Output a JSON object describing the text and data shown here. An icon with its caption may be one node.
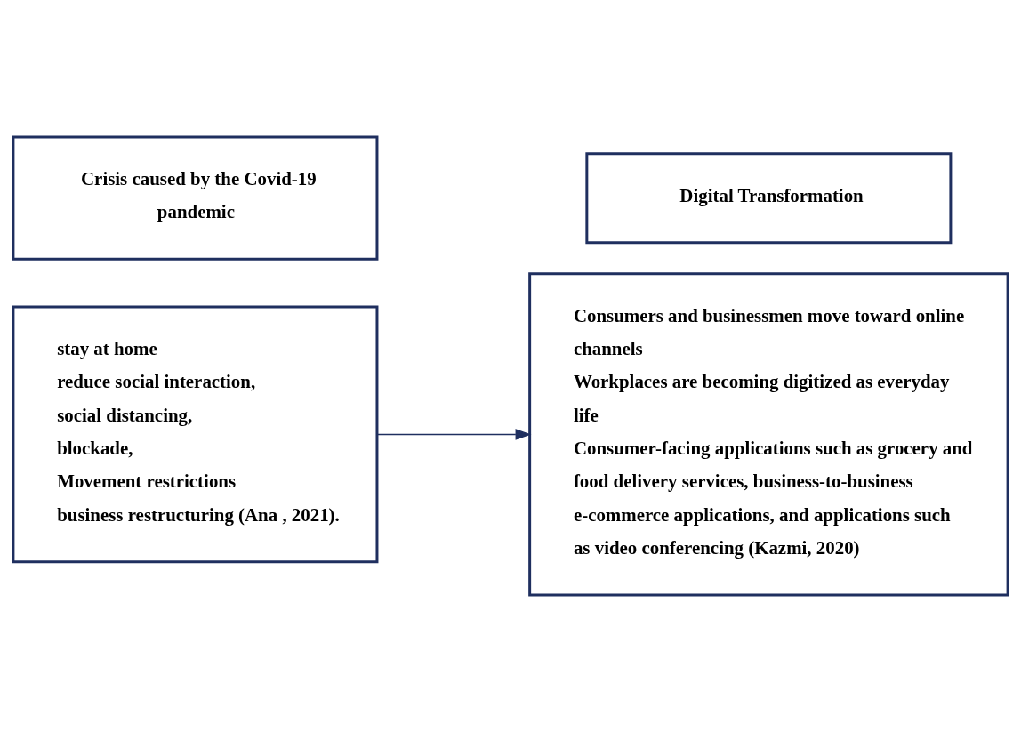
{
  "diagram": {
    "nodes": [
      {
        "text": [
          "Crisis caused by the Covid-19 pandemic"
        ]
      },
      {
        "text": [
          "stay at home",
          "reduce social interaction,",
          "social distancing,",
          "blockade,",
          "Movement restrictions",
          "business restructuring (Ana , 2021)."
        ]
      },
      {
        "text": [
          "Digital Transformation"
        ]
      },
      {
        "text": [
          "Consumers and businessmen move toward online channels",
          "Workplaces are becoming digitized as everyday life",
          "Consumer-facing applications such as grocery and food delivery services, business-to-business e-commerce applications, and applications such as video conferencing (Kazmi, 2020)"
        ]
      }
    ],
    "edges": [
      {
        "from": 1,
        "to": 3,
        "arrow": "to"
      }
    ]
  }
}
